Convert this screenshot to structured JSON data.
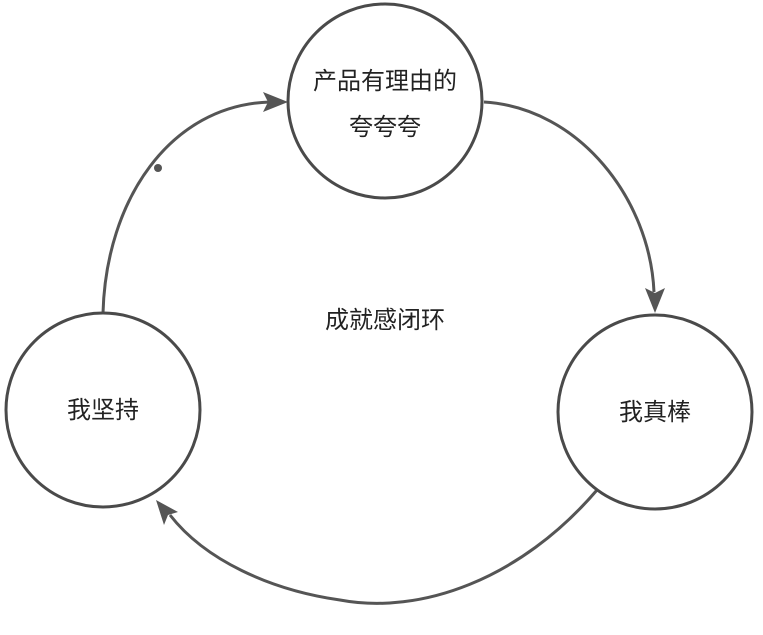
{
  "diagram": {
    "nodes": [
      {
        "id": "praise",
        "lines": [
          "产品有理由的",
          "夸夸夸"
        ]
      },
      {
        "id": "awesome",
        "lines": [
          "我真棒"
        ]
      },
      {
        "id": "persist",
        "lines": [
          "我坚持"
        ]
      }
    ],
    "center_label": "成就感闭环",
    "edges": [
      {
        "from": "persist",
        "to": "praise"
      },
      {
        "from": "praise",
        "to": "awesome"
      },
      {
        "from": "awesome",
        "to": "persist"
      }
    ],
    "colors": {
      "stroke": "#4a4a4a",
      "edge": "#555555",
      "text": "#222222",
      "background": "#ffffff"
    }
  }
}
